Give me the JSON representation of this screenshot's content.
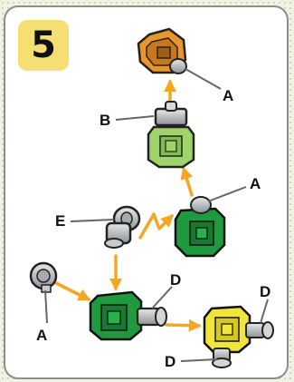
{
  "step": {
    "number": "5",
    "badge_color": "#f6df72"
  },
  "colors": {
    "arrow": "#f5a623",
    "orange_part": "#e8962a",
    "light_green_part": "#9fd46a",
    "dark_green_part": "#1f9a3e",
    "yellow_part": "#f2e53a",
    "metal": "#b9bcc0"
  },
  "labels": {
    "a_top": "A",
    "b": "B",
    "a_mid": "A",
    "e": "E",
    "a_left": "A",
    "d_mid": "D",
    "d_right": "D",
    "d_bottom": "D"
  },
  "parts": [
    {
      "id": "orange-hub",
      "icon": "orange-octagon-hub-icon"
    },
    {
      "id": "light-green-hub",
      "icon": "light-green-block-hub-icon"
    },
    {
      "id": "dark-green-hub-top",
      "icon": "dark-green-block-hub-icon"
    },
    {
      "id": "elbow-connector",
      "icon": "elbow-connector-icon"
    },
    {
      "id": "single-peg",
      "icon": "peg-icon"
    },
    {
      "id": "dark-green-hub-bottom",
      "icon": "dark-green-block-hub-icon"
    },
    {
      "id": "yellow-hub",
      "icon": "yellow-block-hub-icon"
    }
  ]
}
